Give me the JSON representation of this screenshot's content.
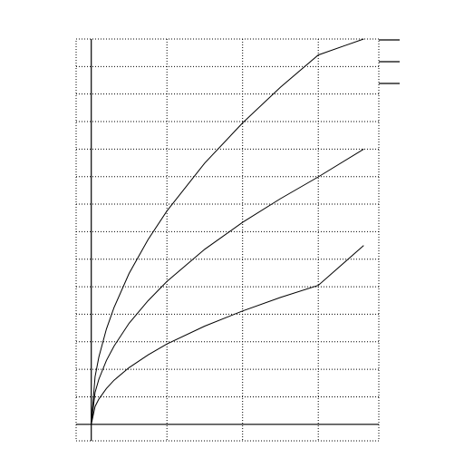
{
  "chart_data": {
    "type": "line",
    "title": "",
    "xlabel": "",
    "ylabel": "",
    "grid": true,
    "legend": {
      "placement": "top-right",
      "entries": 3
    },
    "xlim": [
      -0.2,
      3.8
    ],
    "ylim": [
      -0.6,
      14
    ],
    "xgrid": [
      0,
      1,
      2,
      3
    ],
    "ygrid": [
      0,
      1,
      2,
      3,
      4,
      5,
      6,
      7,
      8,
      9,
      10,
      11,
      12,
      13,
      14
    ],
    "series": [
      {
        "x": [
          0,
          0.05,
          0.1,
          0.2,
          0.3,
          0.5,
          0.75,
          1,
          1.5,
          2,
          2.5,
          3,
          3.6
        ],
        "y": [
          0,
          1.73,
          2.45,
          3.46,
          4.24,
          5.48,
          6.71,
          7.75,
          9.49,
          10.95,
          12.25,
          13.42,
          14.0
        ]
      },
      {
        "x": [
          0,
          0.05,
          0.1,
          0.2,
          0.3,
          0.5,
          0.75,
          1,
          1.5,
          2,
          2.5,
          3,
          3.6
        ],
        "y": [
          0,
          1.16,
          1.64,
          2.32,
          2.84,
          3.67,
          4.49,
          5.19,
          6.36,
          7.34,
          8.2,
          8.99,
          10.0
        ]
      },
      {
        "x": [
          0,
          0.05,
          0.1,
          0.2,
          0.3,
          0.5,
          0.75,
          1,
          1.5,
          2,
          2.5,
          3,
          3.6
        ],
        "y": [
          0,
          0.65,
          0.92,
          1.3,
          1.6,
          2.06,
          2.52,
          2.92,
          3.57,
          4.12,
          4.61,
          5.05,
          6.5
        ]
      }
    ]
  }
}
